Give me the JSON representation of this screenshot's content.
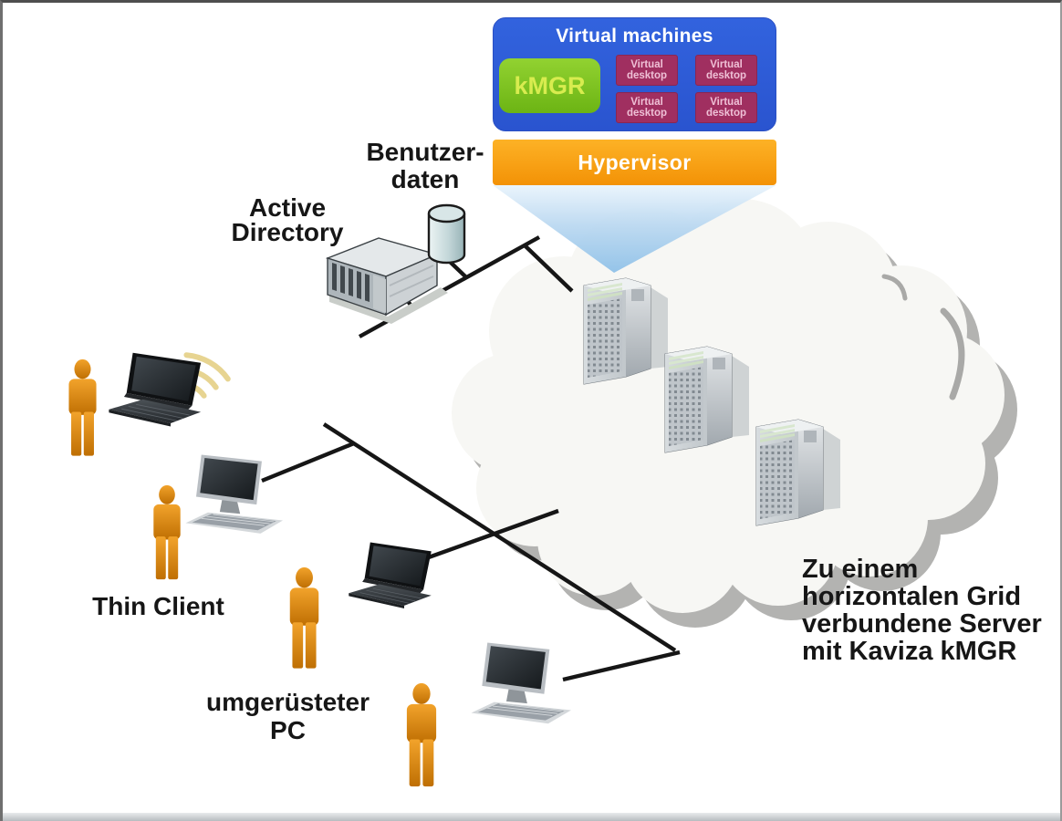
{
  "vm_box": {
    "title": "Virtual machines",
    "kmgr_label": "kMGR",
    "desktops": [
      "Virtual desktop",
      "Virtual desktop",
      "Virtual desktop",
      "Virtual desktop"
    ]
  },
  "hypervisor_label": "Hypervisor",
  "labels": {
    "benutzerdaten": "Benutzer-\ndaten",
    "active_directory": "Active\nDirectory",
    "thin_client": "Thin Client",
    "umgeruesteter_pc": "umgerüsteter\nPC",
    "grid_caption": "Zu einem\nhorizontalen Grid\nverbundene Server\nmit Kaviza kMGR"
  },
  "icons": {
    "wifi": "wifi-signal-icon",
    "user": "user-icon",
    "laptop": "laptop-icon",
    "thin_client": "thin-client-icon",
    "tower_server": "tower-server-icon",
    "rack_server": "rack-server-icon",
    "database": "database-cylinder-icon",
    "cloud": "cloud-icon"
  },
  "colors": {
    "vm_box_blue": "#2e5bd9",
    "kmgr_green": "#7cc41e",
    "kmgr_text_green": "#d8ec4f",
    "desktop_purple": "#a02f60",
    "desktop_text_pink": "#efc0d6",
    "hypervisor_orange": "#f89f13",
    "funnel_blue": "#a9cfee",
    "user_orange": "#dd8a10",
    "wifi_yellow": "#e7d491",
    "network_line": "#161616",
    "label_text": "#161616",
    "cloud_white": "#f7f7f4",
    "cloud_shadow": "#b3b3b1"
  }
}
